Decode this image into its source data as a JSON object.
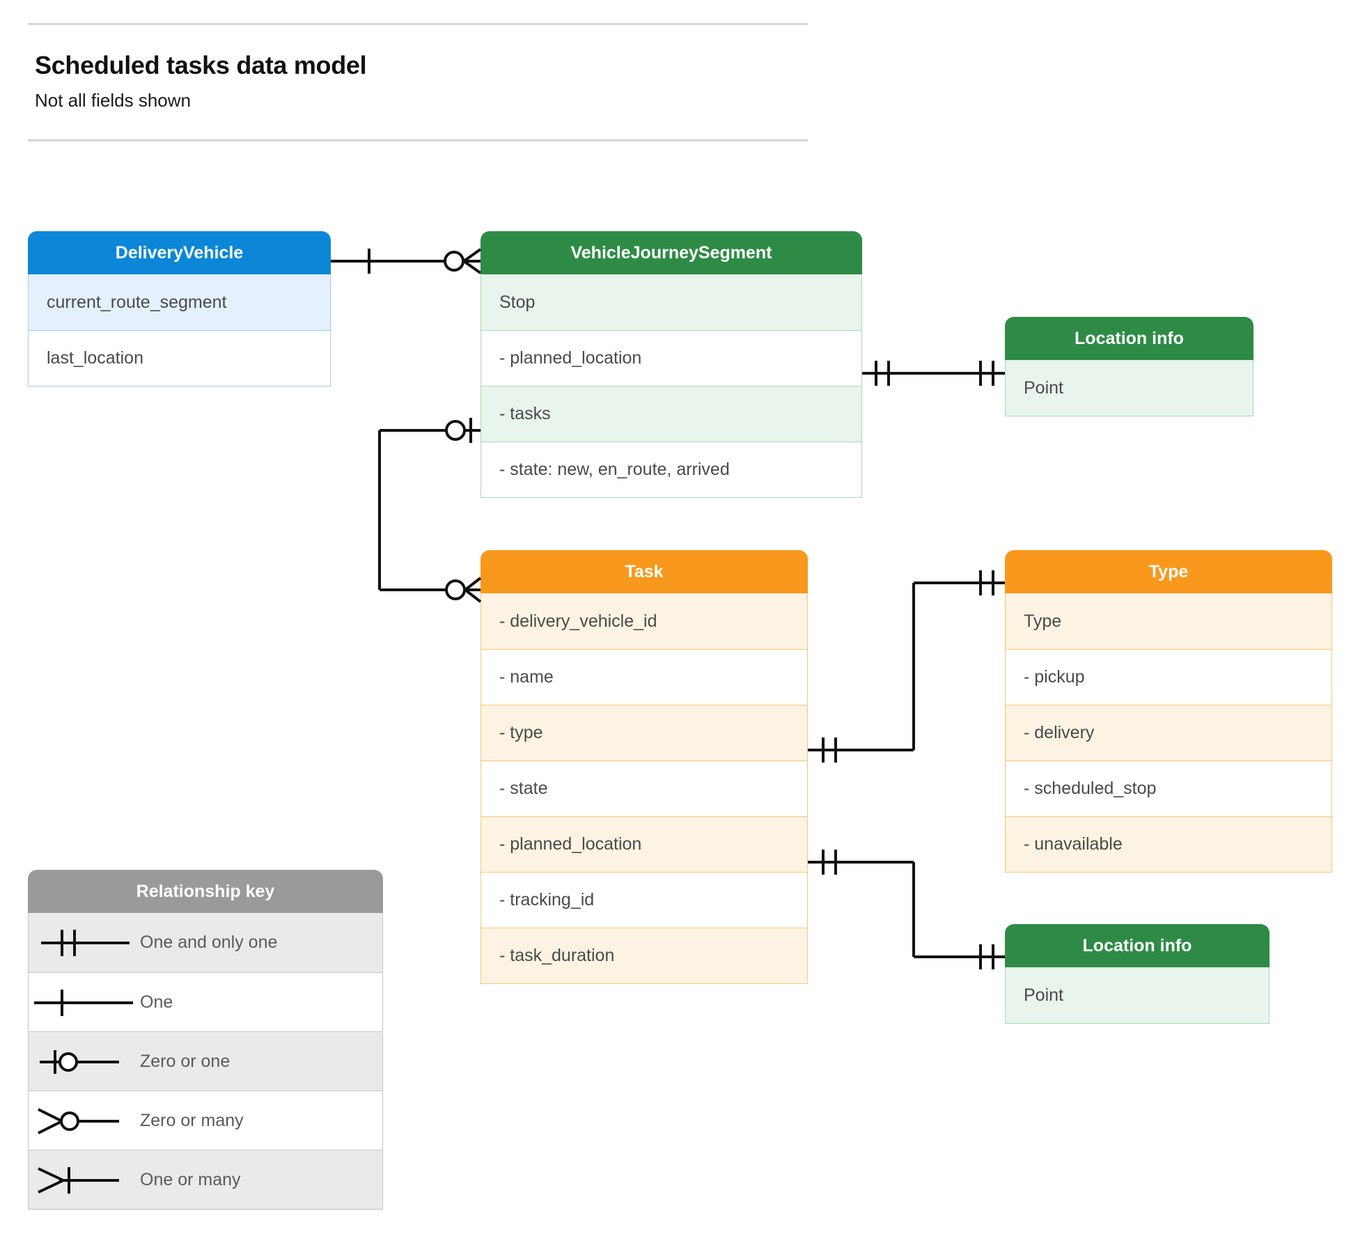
{
  "header": {
    "title": "Scheduled tasks data model",
    "subtitle": "Not all fields shown"
  },
  "colors": {
    "blue_header": "#0c87d8",
    "blue_row_alt": "#e4f1fc",
    "green_header": "#2e8b46",
    "green_row_alt": "#e8f4ec",
    "orange_header": "#f8981d",
    "orange_row_alt": "#fdf3e2",
    "grey_header": "#9a9a9a",
    "grey_row_alt": "#eaeaea",
    "line": "#000000",
    "rule": "#d6d6d6"
  },
  "entities": {
    "delivery_vehicle": {
      "title": "DeliveryVehicle",
      "rows": [
        "current_route_segment",
        "last_location"
      ]
    },
    "vehicle_journey_segment": {
      "title": "VehicleJourneySegment",
      "rows": [
        "Stop",
        "-  planned_location",
        "- tasks",
        "- state: new, en_route, arrived"
      ]
    },
    "location_info_top": {
      "title": "Location info",
      "rows": [
        "Point"
      ]
    },
    "location_info_bottom": {
      "title": "Location info",
      "rows": [
        "Point"
      ]
    },
    "task": {
      "title": "Task",
      "rows": [
        "- delivery_vehicle_id",
        "- name",
        "- type",
        "- state",
        "- planned_location",
        "- tracking_id",
        "- task_duration"
      ]
    },
    "type": {
      "title": "Type",
      "rows": [
        "Type",
        "-   pickup",
        "-   delivery",
        "-   scheduled_stop",
        "-   unavailable"
      ]
    }
  },
  "legend": {
    "title": "Relationship key",
    "items": [
      {
        "symbol": "one-and-only-one",
        "label": "One and only one"
      },
      {
        "symbol": "one",
        "label": "One"
      },
      {
        "symbol": "zero-or-one",
        "label": "Zero or one"
      },
      {
        "symbol": "zero-or-many",
        "label": "Zero or many"
      },
      {
        "symbol": "one-or-many",
        "label": "One or many"
      }
    ]
  },
  "relationships": [
    {
      "from": "DeliveryVehicle",
      "from_cardinality": "One",
      "to": "VehicleJourneySegment",
      "to_cardinality": "Zero or many"
    },
    {
      "from": "VehicleJourneySegment.planned_location",
      "from_cardinality": "One and only one",
      "to": "Location info (Point)",
      "to_cardinality": "One and only one"
    },
    {
      "from": "VehicleJourneySegment.tasks",
      "from_cardinality": "Zero or one",
      "to": "Task",
      "to_cardinality": "Zero or many"
    },
    {
      "from": "Task.type",
      "from_cardinality": "One and only one",
      "to": "Type",
      "to_cardinality": "One and only one"
    },
    {
      "from": "Task.planned_location",
      "from_cardinality": "One and only one",
      "to": "Location info (Point)",
      "to_cardinality": "One and only one"
    }
  ]
}
